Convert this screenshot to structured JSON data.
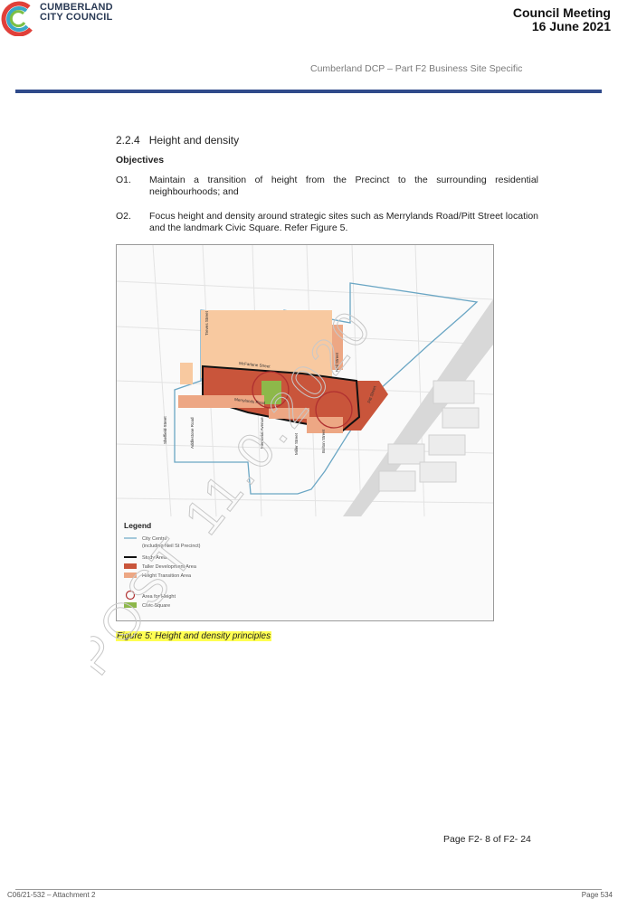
{
  "header": {
    "logo_line1": "CUMBERLAND",
    "logo_line2": "CITY COUNCIL",
    "meeting_title": "Council Meeting",
    "meeting_date": "16 June 2021",
    "document_title": "Cumberland DCP – Part F2 Business Site Specific"
  },
  "section": {
    "heading": "2.2.4   Height and density",
    "objectives_heading": "Objectives",
    "objectives": [
      {
        "num": "O1.",
        "text": "Maintain a transition of height from the Precinct to the surrounding residential neighbourhoods; and"
      },
      {
        "num": "O2.",
        "text": "Focus height and density around strategic sites such as Merrylands Road/Pitt Street location and the landmark Civic Square. Refer Figure 5."
      }
    ]
  },
  "map": {
    "street_labels": [
      "McFarlane Street",
      "Merrylands Road",
      "Pitt Street",
      "Sheffield Street",
      "Neil Street",
      "Memorial Avenue",
      "Miller Street",
      "Addlestone Road",
      "Treves Street",
      "Bolton Street"
    ],
    "legend": {
      "title": "Legend",
      "items": [
        {
          "label": "City Centre",
          "sublabel": "(including Neil St Precinct)",
          "swatch": "line-blue",
          "color": "#6aa6c4"
        },
        {
          "label": "Study Area",
          "swatch": "line-black",
          "color": "#111111"
        },
        {
          "label": "Taller Development Area",
          "swatch": "fill",
          "color": "#c9553b"
        },
        {
          "label": "Height Transition Area",
          "swatch": "fill",
          "color": "#eda784"
        },
        {
          "label": "Area for Height",
          "swatch": "circle",
          "color": "#b03030"
        },
        {
          "label": "Civic Square",
          "swatch": "fill",
          "color": "#8db84a"
        }
      ]
    },
    "colors": {
      "taller": "#c9553b",
      "transition": "#eda784",
      "beige": "#f8c9a0",
      "civic": "#8db84a",
      "boundary": "#6aa6c4"
    }
  },
  "figure_caption": "Figure 5: Height and density principles",
  "watermark_text": "POST 11.0.2020",
  "footer": {
    "page": "Page F2- 8 of F2- 24",
    "left": "C06/21-532 – Attachment 2",
    "right": "Page 534"
  }
}
